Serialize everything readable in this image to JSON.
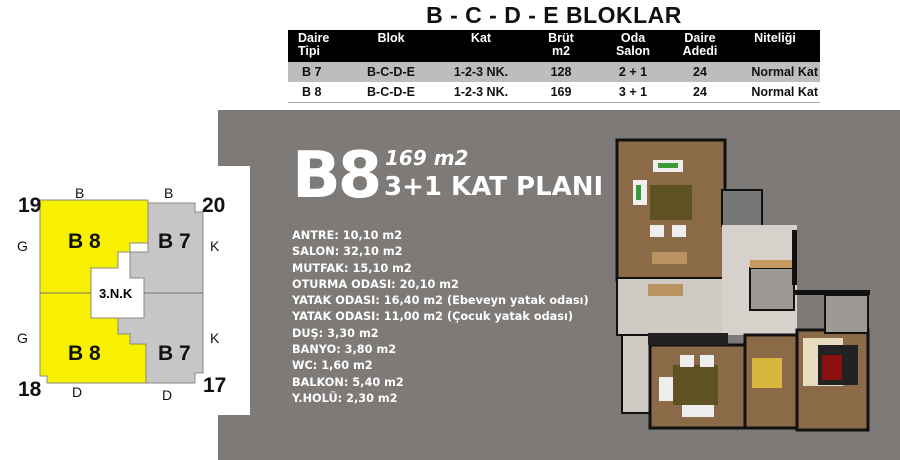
{
  "title": "B - C - D - E  BLOKLAR",
  "table": {
    "headers": [
      [
        "Daire",
        "Tipi"
      ],
      [
        "Blok",
        ""
      ],
      [
        "Kat",
        ""
      ],
      [
        "Brüt",
        "m2"
      ],
      [
        "Oda",
        "Salon"
      ],
      [
        "Daire",
        "Adedi"
      ],
      [
        "Niteliği",
        ""
      ]
    ],
    "rows": [
      [
        "B 7",
        "B-C-D-E",
        "1-2-3 NK.",
        "128",
        "2 + 1",
        "24",
        "Normal Kat"
      ],
      [
        "B 8",
        "B-C-D-E",
        "1-2-3 NK.",
        "169",
        "3 + 1",
        "24",
        "Normal Kat"
      ]
    ]
  },
  "key_plan": {
    "corners": [
      "19",
      "20",
      "18",
      "17"
    ],
    "top": [
      "B",
      "B"
    ],
    "bottom": [
      "D",
      "D"
    ],
    "left": [
      "G",
      "G"
    ],
    "right": [
      "K",
      "K"
    ],
    "units": [
      "B 8",
      "B 7",
      "B 8",
      "B 7"
    ],
    "core": "3.N.K",
    "colors": {
      "b8": "#f7f100",
      "b7": "#c6c6c6"
    }
  },
  "plan": {
    "code": "B8",
    "area": "169 m2",
    "type": "3+1 KAT PLANI",
    "rooms": [
      "ANTRE: 10,10 m2",
      "SALON: 32,10 m2",
      "MUTFAK: 15,10 m2",
      "OTURMA ODASI: 20,10 m2",
      "YATAK ODASI: 16,40 m2 (Ebeveyn yatak odası)",
      "YATAK ODASI: 11,00 m2 (Çocuk yatak odası)",
      "DUŞ: 3,30 m2",
      "BANYO: 3,80 m2",
      "WC: 1,60 m2",
      "BALKON: 5,40 m2",
      "Y.HOLÜ: 2,30 m2"
    ]
  }
}
